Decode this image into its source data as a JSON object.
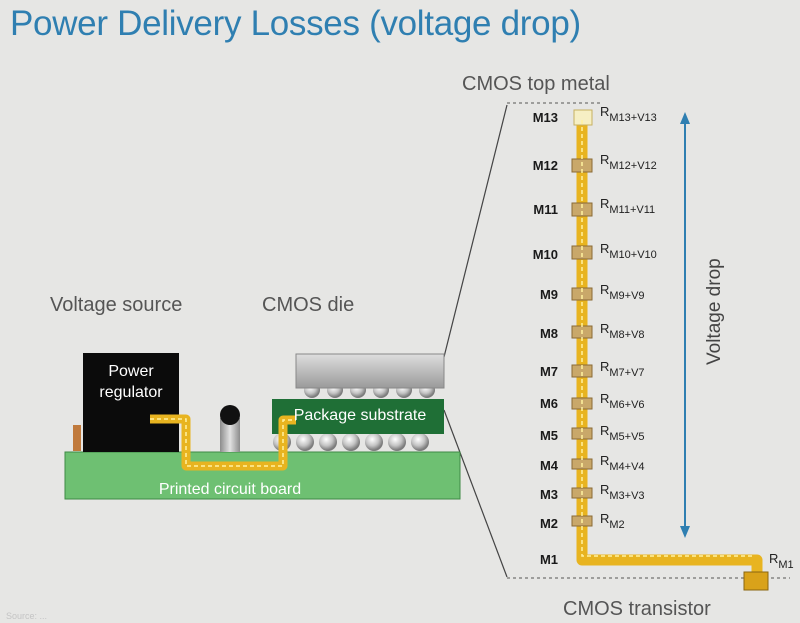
{
  "title": "Power Delivery Losses (voltage drop)",
  "labels": {
    "voltage_source": "Voltage source",
    "cmos_die": "CMOS die",
    "power_regulator": "Power regulator",
    "package_substrate": "Package substrate",
    "pcb": "Printed circuit board",
    "cmos_top_metal": "CMOS top metal",
    "cmos_transistor": "CMOS transistor",
    "voltage_drop": "Voltage drop"
  },
  "metal_layers": [
    {
      "name": "M13",
      "r_main": "R",
      "r_sub": "M13+V13"
    },
    {
      "name": "M12",
      "r_main": "R",
      "r_sub": "M12+V12"
    },
    {
      "name": "M11",
      "r_main": "R",
      "r_sub": "M11+V11"
    },
    {
      "name": "M10",
      "r_main": "R",
      "r_sub": "M10+V10"
    },
    {
      "name": "M9",
      "r_main": "R",
      "r_sub": "M9+V9"
    },
    {
      "name": "M8",
      "r_main": "R",
      "r_sub": "M8+V8"
    },
    {
      "name": "M7",
      "r_main": "R",
      "r_sub": "M7+V7"
    },
    {
      "name": "M6",
      "r_main": "R",
      "r_sub": "M6+V6"
    },
    {
      "name": "M5",
      "r_main": "R",
      "r_sub": "M5+V5"
    },
    {
      "name": "M4",
      "r_main": "R",
      "r_sub": "M4+V4"
    },
    {
      "name": "M3",
      "r_main": "R",
      "r_sub": "M3+V3"
    },
    {
      "name": "M2",
      "r_main": "R",
      "r_sub": "M2"
    },
    {
      "name": "M1",
      "r_main": "R",
      "r_sub": "M1"
    }
  ],
  "colors": {
    "title": "#2f7fb1",
    "wire": "#e8b420",
    "pcb": "#6ec072",
    "substrate": "#1f6f36",
    "arrow": "#2f7fb1"
  },
  "footer": "Source: ..."
}
